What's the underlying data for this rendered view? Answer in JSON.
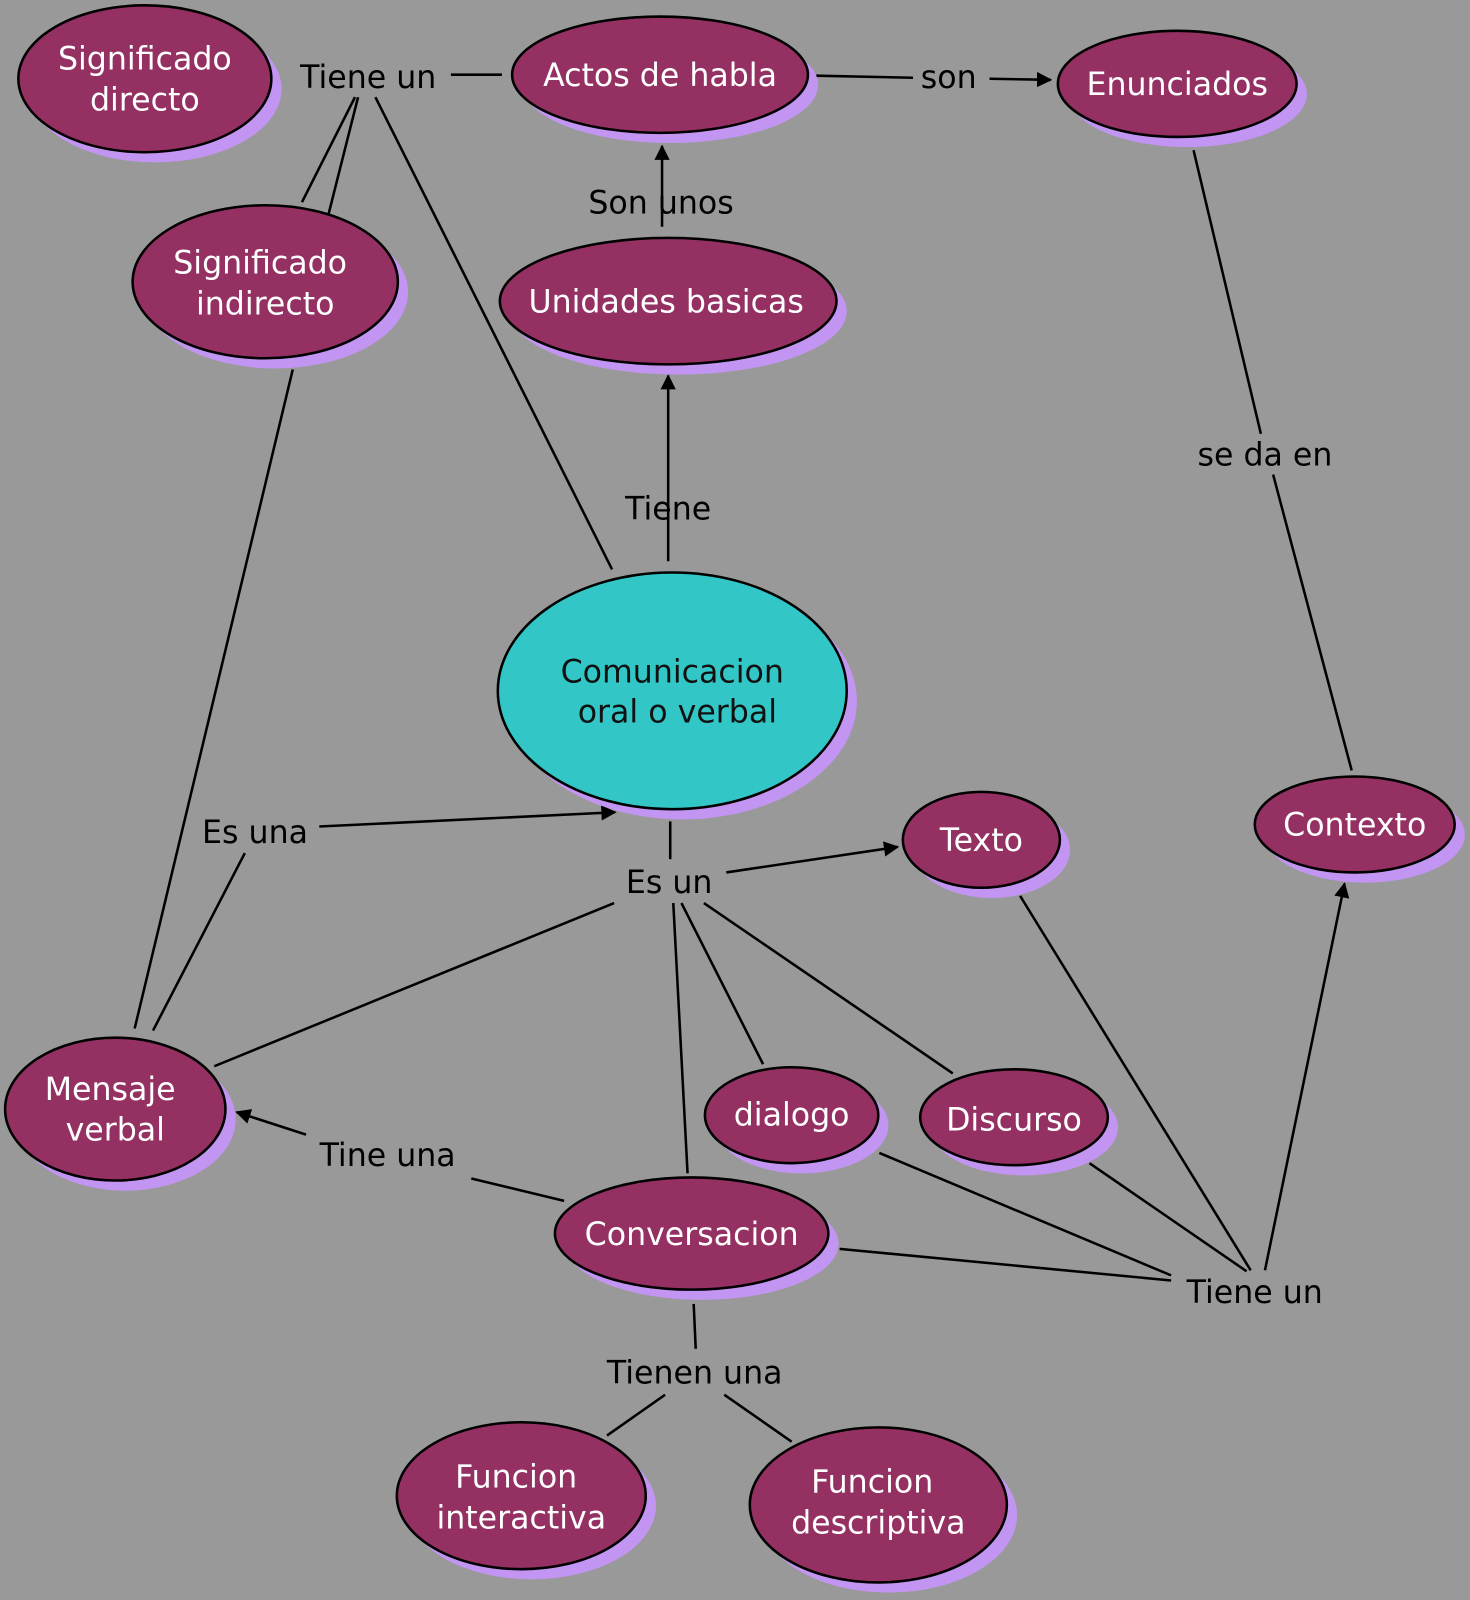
{
  "colors": {
    "background": "#999999",
    "node": "#943062",
    "central_node": "#33c6c6",
    "shadow": "#c395f2"
  },
  "nodes": {
    "significado_directo": [
      "Significado",
      "directo"
    ],
    "actos_de_habla": "Actos de habla",
    "enunciados": "Enunciados",
    "significado_indirecto": [
      "Significado",
      "indirecto"
    ],
    "unidades_basicas": "Unidades basicas",
    "comunicacion": [
      "Comunicacion",
      "oral o verbal"
    ],
    "texto": "Texto",
    "contexto": "Contexto",
    "mensaje_verbal": [
      "Mensaje",
      "verbal"
    ],
    "dialogo": "dialogo",
    "discurso": "Discurso",
    "conversacion": "Conversacion",
    "funcion_interactiva": [
      "Funcion",
      "interactiva"
    ],
    "funcion_descriptiva": [
      "Funcion",
      "descriptiva"
    ]
  },
  "links": {
    "tiene_un_top": "Tiene un",
    "son": "son",
    "son_unos": "Son unos",
    "tiene": "Tiene",
    "se_da_en": "se da en",
    "es_una": "Es una",
    "es_un": "Es un",
    "tine_una": "Tine una",
    "tiene_un_bottom": "Tiene un",
    "tienen_una": "Tienen una"
  }
}
